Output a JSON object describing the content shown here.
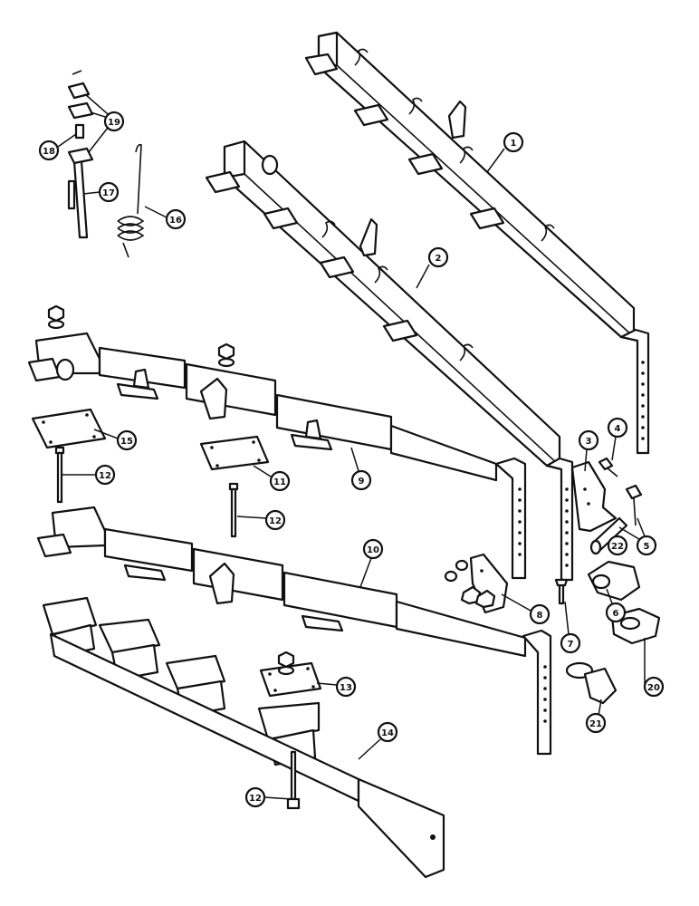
{
  "callouts": [
    {
      "number": "1"
    },
    {
      "number": "2"
    },
    {
      "number": "3"
    },
    {
      "number": "4"
    },
    {
      "number": "5"
    },
    {
      "number": "6"
    },
    {
      "number": "7"
    },
    {
      "number": "8"
    },
    {
      "number": "9"
    },
    {
      "number": "10"
    },
    {
      "number": "11"
    },
    {
      "number": "12"
    },
    {
      "number": "12"
    },
    {
      "number": "12"
    },
    {
      "number": "13"
    },
    {
      "number": "14"
    },
    {
      "number": "15"
    },
    {
      "number": "16"
    },
    {
      "number": "17"
    },
    {
      "number": "18"
    },
    {
      "number": "19"
    },
    {
      "number": "20"
    },
    {
      "number": "21"
    },
    {
      "number": "22"
    }
  ]
}
